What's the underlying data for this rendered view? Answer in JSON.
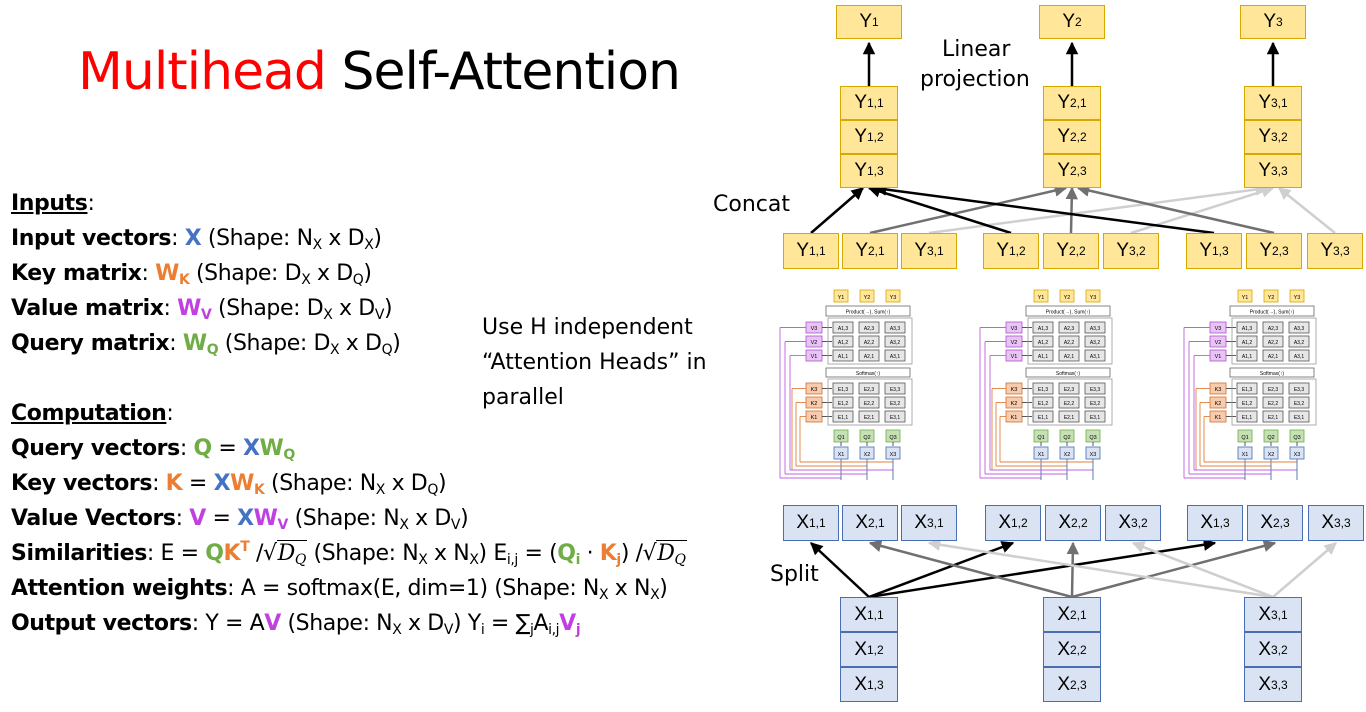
{
  "title": {
    "highlight": "Multihead",
    "rest": "Self-Attention"
  },
  "inputs": {
    "heading": "Inputs",
    "input_vectors": {
      "label": "Input vectors",
      "symbol": "X",
      "shape_pre": "(Shape: N",
      "s1": "X",
      "mid": " x D",
      "s2": "X",
      "post": ")"
    },
    "key_matrix": {
      "label": "Key matrix",
      "symbol": "W",
      "sym_sub": "K",
      "shape_pre": "(Shape: D",
      "s1": "X",
      "mid": " x D",
      "s2": "Q",
      "post": ")"
    },
    "value_matrix": {
      "label": "Value matrix",
      "symbol": "W",
      "sym_sub": "V",
      "shape_pre": "(Shape: D",
      "s1": "X",
      "mid": " x D",
      "s2": "V",
      "post": ")"
    },
    "query_matrix": {
      "label": "Query matrix",
      "symbol": "W",
      "sym_sub": "Q",
      "shape_pre": "(Shape: D",
      "s1": "X",
      "mid": " x D",
      "s2": "Q",
      "post": ")"
    }
  },
  "computation": {
    "heading": "Computation",
    "query_vectors": {
      "label": "Query vectors",
      "lhs": "Q",
      "eq": " = ",
      "x": "X",
      "w": "W",
      "w_sub": "Q"
    },
    "key_vectors": {
      "label": "Key vectors",
      "lhs": "K",
      "eq": " = ",
      "x": "X",
      "w": "W",
      "w_sub": "K",
      "shape_pre": "(Shape: N",
      "s1": "X",
      "mid": " x D",
      "s2": "Q",
      "post": ")"
    },
    "value_vectors": {
      "label": "Value Vectors",
      "lhs": "V",
      "eq": " = ",
      "x": "X",
      "w": "W",
      "w_sub": "V",
      "shape_pre": "(Shape: N",
      "s1": "X",
      "mid": " x D",
      "s2": "V",
      "post": ")"
    },
    "similarities": {
      "label": "Similarities",
      "pre": ": E = ",
      "q": "Q",
      "k": "K",
      "t": "T",
      "slash": " /",
      "root": "√",
      "dq": "D",
      "dq_sub": "Q",
      "shape_pre": " (Shape: N",
      "s1": "X",
      "mid": " x N",
      "s2": "X",
      "post": ") E",
      "e_sub": "i,j",
      "eq2": " = (",
      "qi": "Q",
      "qi_sub": "i",
      "dot": " · ",
      "kj": "K",
      "kj_sub": "j",
      "close": ") /"
    },
    "attention_weights": {
      "label": "Attention weights",
      "text": ": A = softmax(E, dim=1)  (Shape: N",
      "s1": "X",
      "mid": " x N",
      "s2": "X",
      "post": ")"
    },
    "output_vectors": {
      "label": "Output vectors",
      "pre": ": Y = A",
      "v": "V",
      "shape_pre": " (Shape: N",
      "s1": "X",
      "mid": " x D",
      "s2": "V",
      "post": ") Y",
      "y_sub": "i",
      "sum": " = ∑",
      "sum_sub": "j",
      "a": "A",
      "a_sub": "i,j",
      "vj": "V",
      "vj_sub": "j"
    }
  },
  "heads_note": {
    "l1": "Use H independent",
    "l2": "“Attention Heads” in",
    "l3": "parallel"
  },
  "diagram": {
    "linear_projection_l1": "Linear",
    "linear_projection_l2": "projection",
    "concat": "Concat",
    "split": "Split",
    "y_out": [
      {
        "m": "Y",
        "s": "1"
      },
      {
        "m": "Y",
        "s": "2"
      },
      {
        "m": "Y",
        "s": "3"
      }
    ],
    "y_stacks": [
      [
        {
          "m": "Y",
          "s": "1,1"
        },
        {
          "m": "Y",
          "s": "1,2"
        },
        {
          "m": "Y",
          "s": "1,3"
        }
      ],
      [
        {
          "m": "Y",
          "s": "2,1"
        },
        {
          "m": "Y",
          "s": "2,2"
        },
        {
          "m": "Y",
          "s": "2,3"
        }
      ],
      [
        {
          "m": "Y",
          "s": "3,1"
        },
        {
          "m": "Y",
          "s": "3,2"
        },
        {
          "m": "Y",
          "s": "3,3"
        }
      ]
    ],
    "y_row": [
      {
        "m": "Y",
        "s": "1,1"
      },
      {
        "m": "Y",
        "s": "2,1"
      },
      {
        "m": "Y",
        "s": "3,1"
      },
      {
        "m": "Y",
        "s": "1,2"
      },
      {
        "m": "Y",
        "s": "2,2"
      },
      {
        "m": "Y",
        "s": "3,2"
      },
      {
        "m": "Y",
        "s": "1,3"
      },
      {
        "m": "Y",
        "s": "2,3"
      },
      {
        "m": "Y",
        "s": "3,3"
      }
    ],
    "x_row": [
      {
        "m": "X",
        "s": "1,1"
      },
      {
        "m": "X",
        "s": "2,1"
      },
      {
        "m": "X",
        "s": "3,1"
      },
      {
        "m": "X",
        "s": "1,2"
      },
      {
        "m": "X",
        "s": "2,2"
      },
      {
        "m": "X",
        "s": "3,2"
      },
      {
        "m": "X",
        "s": "1,3"
      },
      {
        "m": "X",
        "s": "2,3"
      },
      {
        "m": "X",
        "s": "3,3"
      }
    ],
    "x_stacks": [
      [
        {
          "m": "X",
          "s": "1,1"
        },
        {
          "m": "X",
          "s": "1,2"
        },
        {
          "m": "X",
          "s": "1,3"
        }
      ],
      [
        {
          "m": "X",
          "s": "2,1"
        },
        {
          "m": "X",
          "s": "2,2"
        },
        {
          "m": "X",
          "s": "2,3"
        }
      ],
      [
        {
          "m": "X",
          "s": "3,1"
        },
        {
          "m": "X",
          "s": "3,2"
        },
        {
          "m": "X",
          "s": "3,3"
        }
      ]
    ],
    "mini": {
      "y": [
        "Y1",
        "Y2",
        "Y3"
      ],
      "product": "Product(→),  Sum(↑)",
      "softmax": "Softmax(↑)",
      "v": [
        "V3",
        "V2",
        "V1"
      ],
      "a": [
        [
          "A1,3",
          "A2,3",
          "A3,3"
        ],
        [
          "A1,2",
          "A2,2",
          "A3,2"
        ],
        [
          "A1,1",
          "A2,1",
          "A3,1"
        ]
      ],
      "k": [
        "K3",
        "K2",
        "K1"
      ],
      "e": [
        [
          "E1,3",
          "E2,3",
          "E3,3"
        ],
        [
          "E1,2",
          "E2,2",
          "E3,2"
        ],
        [
          "E1,1",
          "E2,1",
          "E3,1"
        ]
      ],
      "q": [
        "Q1",
        "Q2",
        "Q3"
      ],
      "x": [
        "X1",
        "X2",
        "X3"
      ]
    },
    "colors": {
      "yellow_fill": "#ffe699",
      "yellow_border": "#d6a800",
      "blue_fill": "#dae3f3",
      "blue_border": "#4a6fb0",
      "arrow_black": "#000000",
      "arrow_dark": "#707070",
      "arrow_light": "#cfcfcf"
    }
  }
}
